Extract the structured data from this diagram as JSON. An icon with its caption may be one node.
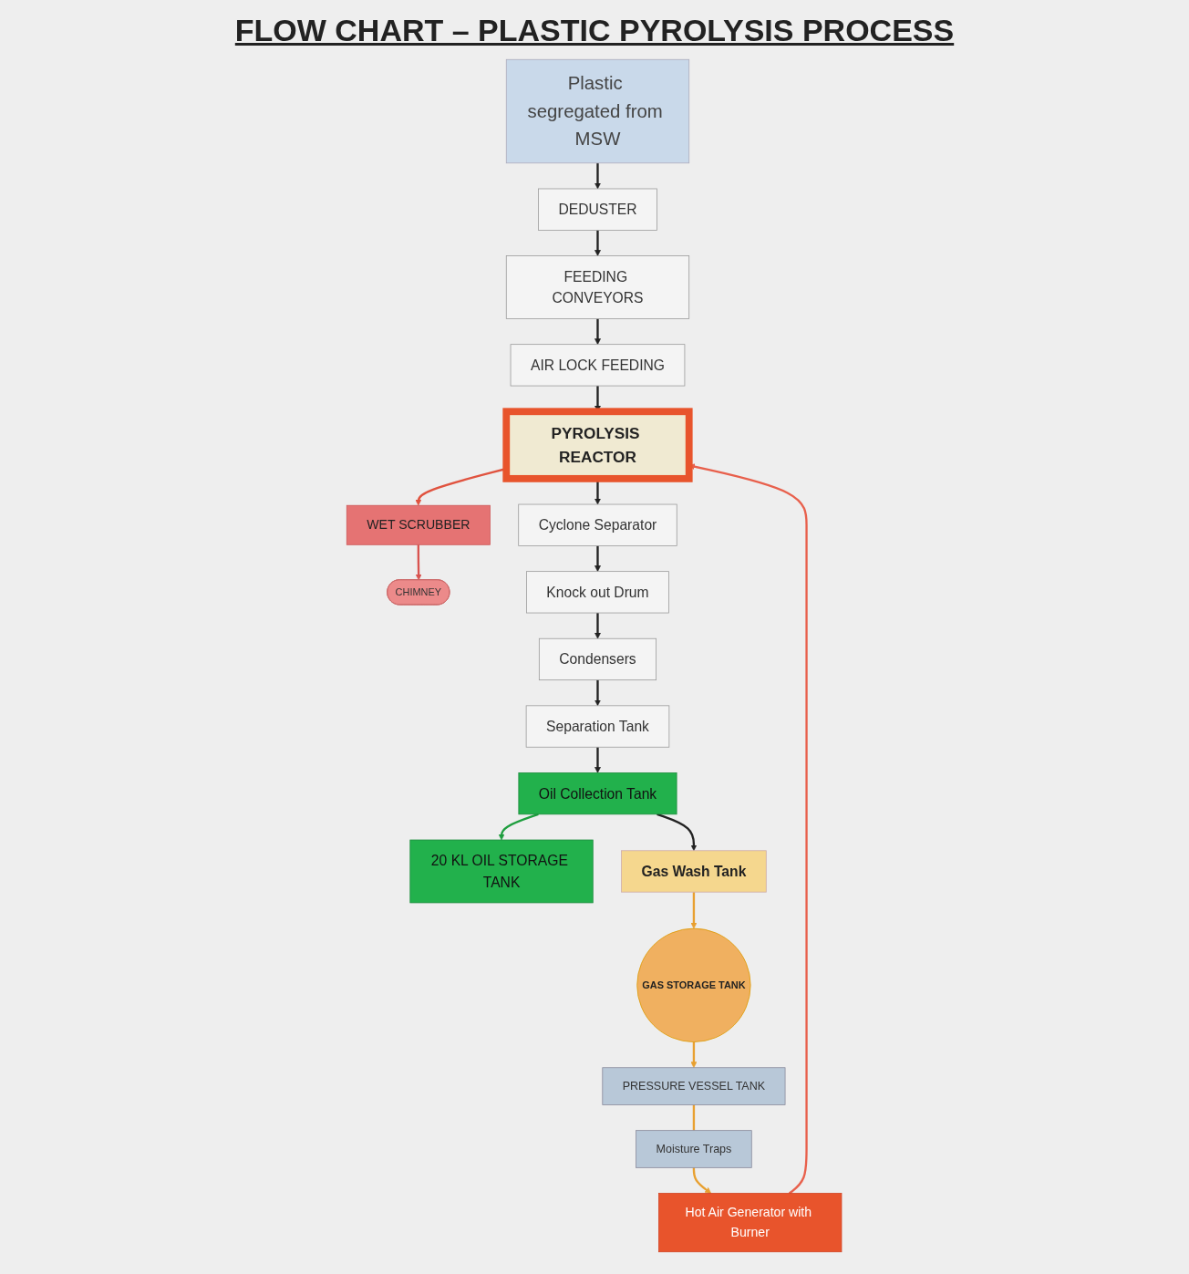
{
  "diagram": {
    "title": "FLOW CHART – PLASTIC PYROLYSIS PROCESS",
    "nodes": [
      {
        "text": [
          "Plastic segregated from MSW"
        ]
      },
      {
        "text": [
          "DEDUSTER"
        ]
      },
      {
        "text": [
          "FEEDING CONVEYORS"
        ]
      },
      {
        "text": [
          "AIR LOCK FEEDING"
        ]
      },
      {
        "text": [
          "PYROLYSIS REACTOR"
        ]
      },
      {
        "text": [
          "Hot Air Generator with Burner"
        ]
      },
      {
        "text": [
          "WET SCRUBBER"
        ]
      },
      {
        "text": [
          "CHIMNEY"
        ]
      },
      {
        "text": [
          "Cyclone Separator"
        ]
      },
      {
        "text": [
          "Knock out Drum"
        ]
      },
      {
        "text": [
          "Condensers"
        ]
      },
      {
        "text": [
          "Separation Tank"
        ]
      },
      {
        "text": [
          "20 KL OIL STORAGE TANK"
        ]
      },
      {
        "text": [
          "Oil Collection Tank"
        ]
      },
      {
        "text": [
          "Gas Wash Tank"
        ]
      },
      {
        "text": [
          "GAS STORAGE TANK"
        ]
      },
      {
        "text": [
          "PRESSURE VESSEL TANK"
        ]
      },
      {
        "text": [
          "Moisture Traps"
        ]
      }
    ],
    "edges": [
      {
        "from": 0,
        "to": 1,
        "arrow": "to"
      },
      {
        "from": 1,
        "to": 2,
        "arrow": "to"
      },
      {
        "from": 2,
        "to": 3,
        "arrow": "to"
      },
      {
        "from": 3,
        "to": 4,
        "arrow": "to"
      },
      {
        "from": 5,
        "to": 4,
        "arrow": "to",
        "color": "#e8604c"
      },
      {
        "from": 4,
        "to": 6,
        "arrow": "to",
        "color": "#e0533f"
      },
      {
        "from": 6,
        "to": 7,
        "arrow": "to",
        "color": "#d9534f"
      },
      {
        "from": 4,
        "to": 8,
        "arrow": "to"
      },
      {
        "from": 8,
        "to": 9,
        "arrow": "to"
      },
      {
        "from": 9,
        "to": 10,
        "arrow": "to"
      },
      {
        "from": 10,
        "to": 11,
        "arrow": "to"
      },
      {
        "from": 11,
        "to": 13,
        "arrow": "to"
      },
      {
        "from": 13,
        "to": 12,
        "arrow": "to",
        "color": "#1e9e3e"
      },
      {
        "from": 13,
        "to": 14,
        "arrow": "to"
      },
      {
        "from": 14,
        "to": 15,
        "arrow": "to",
        "color": "#e8a030"
      },
      {
        "from": 15,
        "to": 16,
        "arrow": "to",
        "color": "#e8a030"
      },
      {
        "from": 16,
        "to": 17,
        "arrow": "none",
        "color": "#e8a030"
      },
      {
        "from": 17,
        "to": 5,
        "arrow": "to",
        "color": "#e8a030"
      }
    ]
  }
}
